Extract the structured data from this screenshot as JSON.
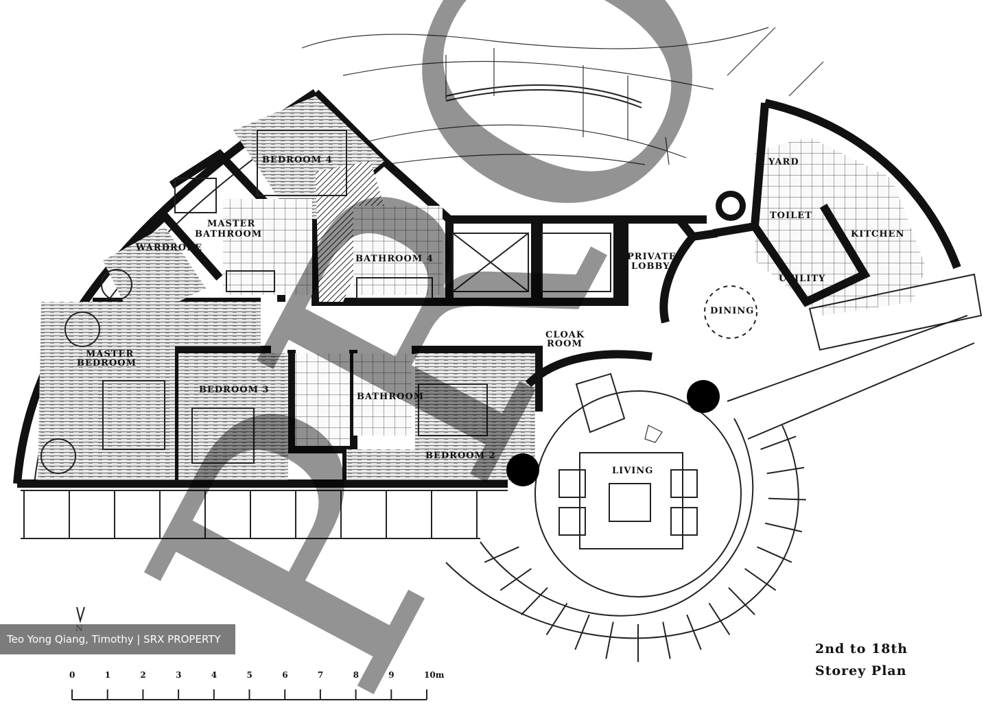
{
  "plan_title_line1": "2nd to 18th",
  "plan_title_line2": "Storey Plan",
  "watermark": "PROPE",
  "credit": "Teo Yong Qiang, Timothy | SRX PROPERTY",
  "north_label": "N",
  "rooms": {
    "bedroom4": "BEDROOM 4",
    "master_bathroom_1": "MASTER",
    "master_bathroom_2": "BATHROOM",
    "wardrobe": "WARDROBE",
    "bathroom": "BATHROOM 4",
    "private_lobby_1": "PRIVATE",
    "private_lobby_2": "LOBBY",
    "yard": "YARD",
    "toilet": "TOILET",
    "kitchen": "KITCHEN",
    "utility": "UTILITY",
    "dining": "DINING",
    "cloak_room_1": "CLOAK",
    "cloak_room_2": "ROOM",
    "master_bedroom_1": "MASTER",
    "master_bedroom_2": "BEDROOM",
    "bedroom3": "BEDROOM 3",
    "bathroom2": "BATHROOM",
    "bedroom2": "BEDROOM 2",
    "living": "LIVING"
  },
  "scale_ticks": [
    "0",
    "1",
    "2",
    "3",
    "4",
    "5",
    "6",
    "7",
    "8",
    "9",
    "10m"
  ]
}
